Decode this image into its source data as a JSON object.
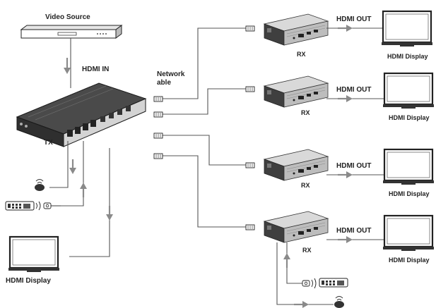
{
  "source": {
    "label": "Video Source"
  },
  "tx": {
    "hdmi_in_label": "HDMI IN",
    "label": "TX"
  },
  "network_label": "Network\nable",
  "receivers": [
    {
      "label": "RX",
      "out_label": "HDMI OUT",
      "display_label": "HDMI Display"
    },
    {
      "label": "RX",
      "out_label": "HDMI OUT",
      "display_label": "HDMI Display"
    },
    {
      "label": "RX",
      "out_label": "HDMI OUT",
      "display_label": "HDMI Display"
    },
    {
      "label": "RX",
      "out_label": "HDMI OUT",
      "display_label": "HDMI Display"
    }
  ],
  "local_display": {
    "label": "HDMI Display"
  },
  "colors": {
    "line": "#555555",
    "arrow": "#8a8a8a",
    "device_dark": "#3a3a3a",
    "device_metal": "#c8c8c8"
  }
}
